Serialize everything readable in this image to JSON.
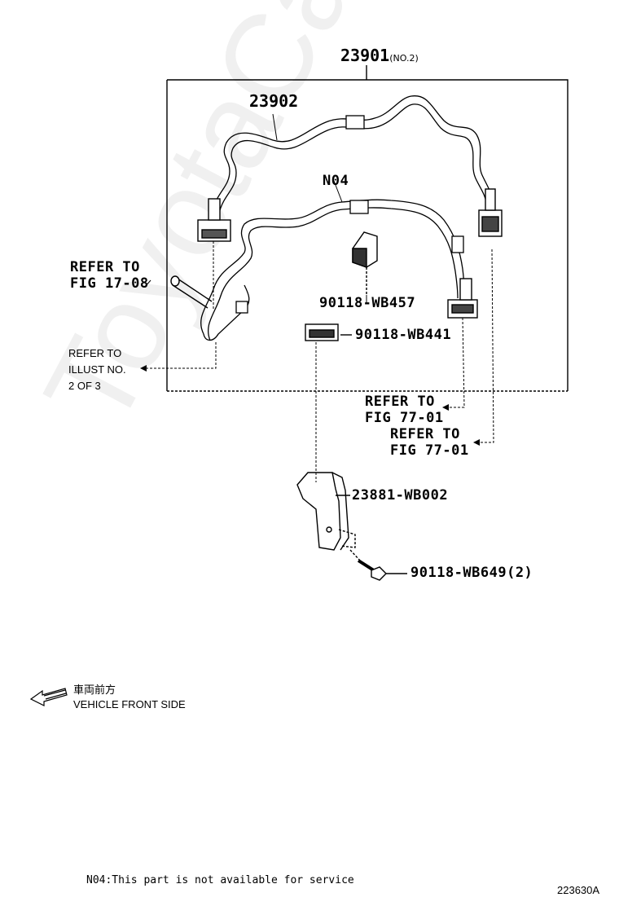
{
  "watermark": "ToyotaCarMine.ru",
  "assembly": {
    "number": "23901",
    "qualifier": "(NO.2)"
  },
  "parts": {
    "hose": "23902",
    "n04": "N04",
    "clamp_a": "90118-WB457",
    "clamp_b": "90118-WB441",
    "bracket": "23881-WB002",
    "bolt": "90118-WB649(2)"
  },
  "refs": {
    "fig_17_08": {
      "line1": "REFER TO",
      "line2": "FIG 17-08"
    },
    "illust": {
      "line1": "REFER TO",
      "line2": "ILLUST NO.",
      "line3": "2 OF 3"
    },
    "fig_77_01_a": {
      "line1": "REFER TO",
      "line2": "FIG 77-01"
    },
    "fig_77_01_b": {
      "line1": "REFER TO",
      "line2": "FIG 77-01"
    }
  },
  "orientation": {
    "kanji": "車両前方",
    "text": "VEHICLE FRONT SIDE"
  },
  "footnote": "N04:This part is not available for service",
  "diagram_id": "223630A"
}
